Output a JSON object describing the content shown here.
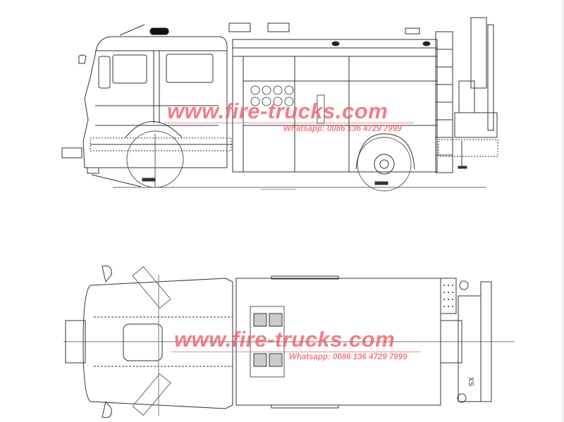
{
  "drawing": {
    "subject": "Fire truck technical drawing",
    "views": [
      {
        "id": "side-elevation",
        "label": ""
      },
      {
        "id": "top-plan",
        "label": ""
      }
    ],
    "marks": {
      "top_body_label": "XS"
    }
  },
  "watermarks": [
    {
      "url": "www.fire-trucks.com",
      "phone": "Whatsapp: 0086 136 4729 7999"
    },
    {
      "url": "www.fire-trucks.com",
      "phone": "Whatsapp: 0086 136 4729 7999"
    }
  ],
  "colors": {
    "line": "#333333",
    "watermark": "#ee5a66",
    "background": "#ffffff"
  }
}
